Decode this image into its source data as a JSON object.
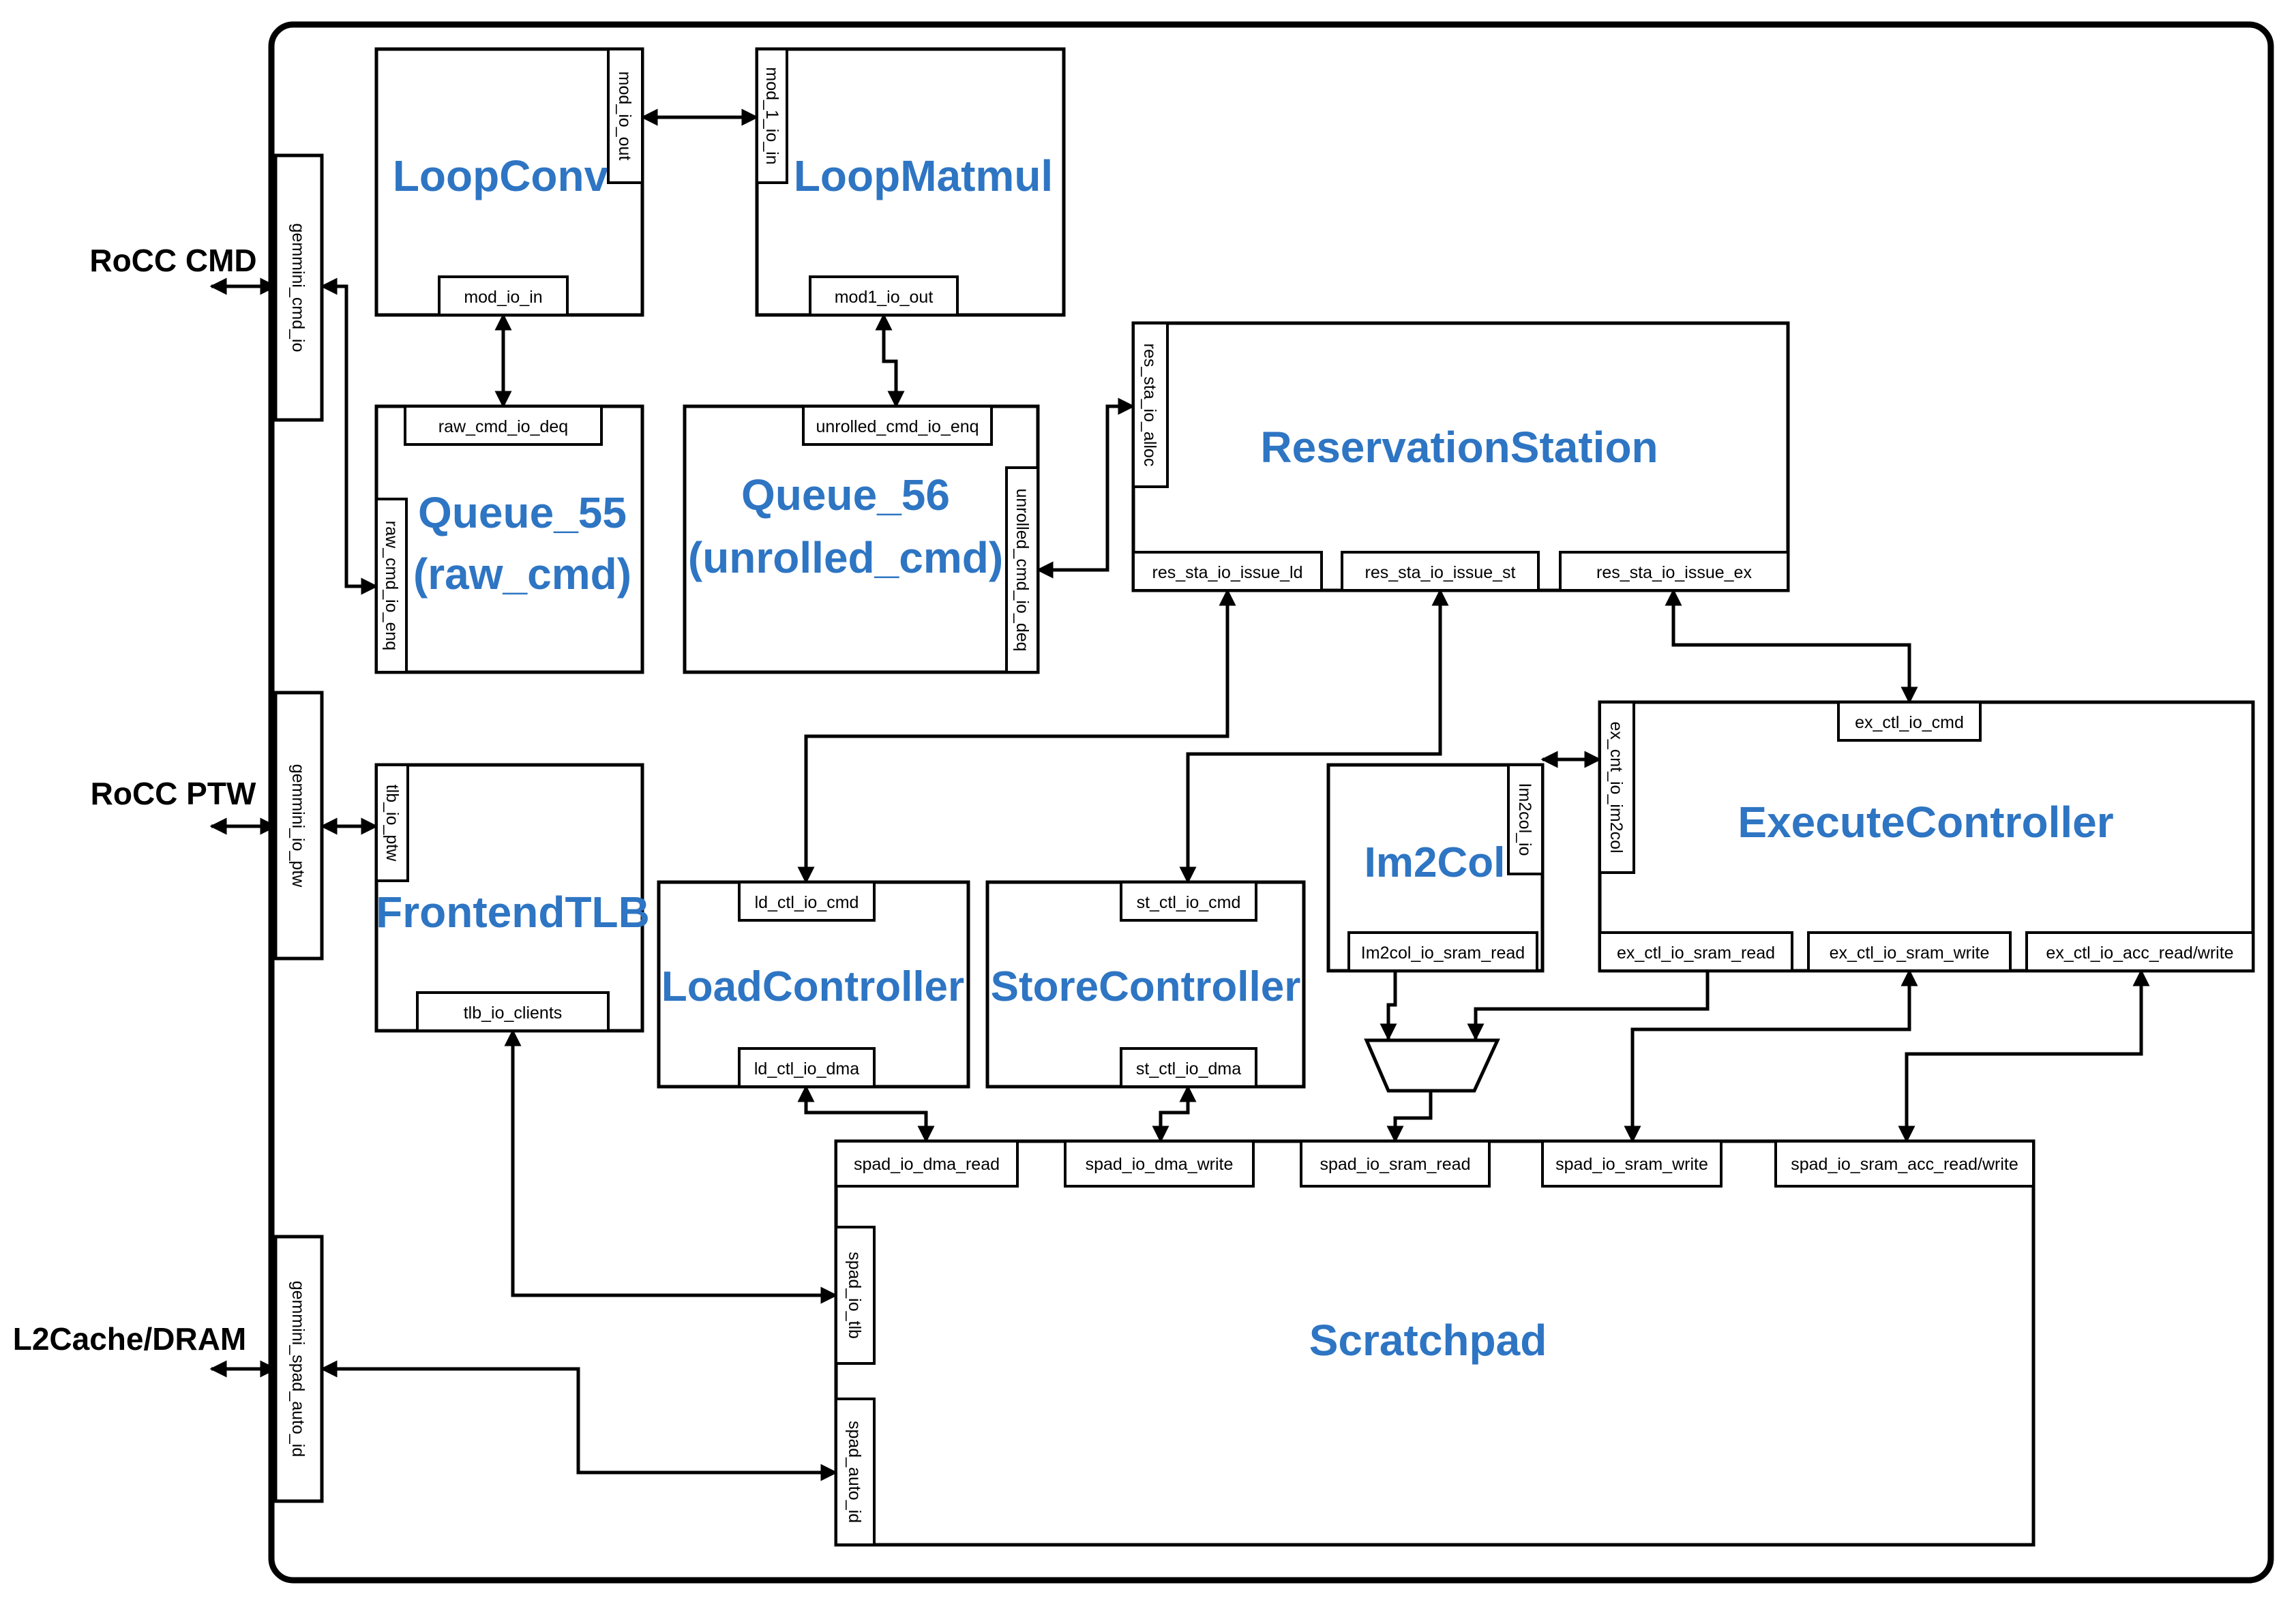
{
  "external": {
    "rocc_cmd": "RoCC CMD",
    "rocc_ptw": "RoCC PTW",
    "l2cache": "L2Cache/DRAM"
  },
  "io_ports": {
    "cmd": "gemmini_cmd_io",
    "ptw": "gemmini_io_ptw",
    "spad": "gemmini_spad_auto_id"
  },
  "modules": {
    "loopconv": {
      "title": "LoopConv",
      "port_out": "mod_io_out",
      "port_in": "mod_io_in"
    },
    "loopmatmul": {
      "title": "LoopMatmul",
      "port_in": "mod_1_io_in",
      "port_out": "mod1_io_out"
    },
    "queue55": {
      "title_line1": "Queue_55",
      "title_line2": "(raw_cmd)",
      "port_deq": "raw_cmd_io_deq",
      "port_enq": "raw_cmd_io_enq"
    },
    "queue56": {
      "title_line1": "Queue_56",
      "title_line2": "(unrolled_cmd)",
      "port_enq": "unrolled_cmd_io_enq",
      "port_deq": "unrolled_cmd_io_deq"
    },
    "resstation": {
      "title": "ReservationStation",
      "port_alloc": "res_sta_io_alloc",
      "port_ld": "res_sta_io_issue_ld",
      "port_st": "res_sta_io_issue_st",
      "port_ex": "res_sta_io_issue_ex"
    },
    "frontendtlb": {
      "title": "FrontendTLB",
      "port_ptw": "tlb_io_ptw",
      "port_clients": "tlb_io_clients"
    },
    "loadctrl": {
      "title": "LoadController",
      "port_cmd": "ld_ctl_io_cmd",
      "port_dma": "ld_ctl_io_dma"
    },
    "storectrl": {
      "title": "StoreController",
      "port_cmd": "st_ctl_io_cmd",
      "port_dma": "st_ctl_io_dma"
    },
    "im2col": {
      "title": "Im2Col",
      "port_io": "Im2col_io",
      "port_sram": "Im2col_io_sram_read"
    },
    "execctrl": {
      "title": "ExecuteController",
      "port_cmd": "ex_ctl_io_cmd",
      "port_im2col": "ex_cnt_io_im2col",
      "port_sram_read": "ex_ctl_io_sram_read",
      "port_sram_write": "ex_ctl_io_sram_write",
      "port_acc": "ex_ctl_io_acc_read/write"
    },
    "scratchpad": {
      "title": "Scratchpad",
      "port_dma_read": "spad_io_dma_read",
      "port_dma_write": "spad_io_dma_write",
      "port_sram_read": "spad_io_sram_read",
      "port_sram_write": "spad_io_sram_write",
      "port_acc": "spad_io_sram_acc_read/write",
      "port_tlb": "spad_io_tlb",
      "port_auto": "spad_auto_id"
    }
  },
  "colors": {
    "title": "#2e75c3",
    "line": "#000000"
  }
}
